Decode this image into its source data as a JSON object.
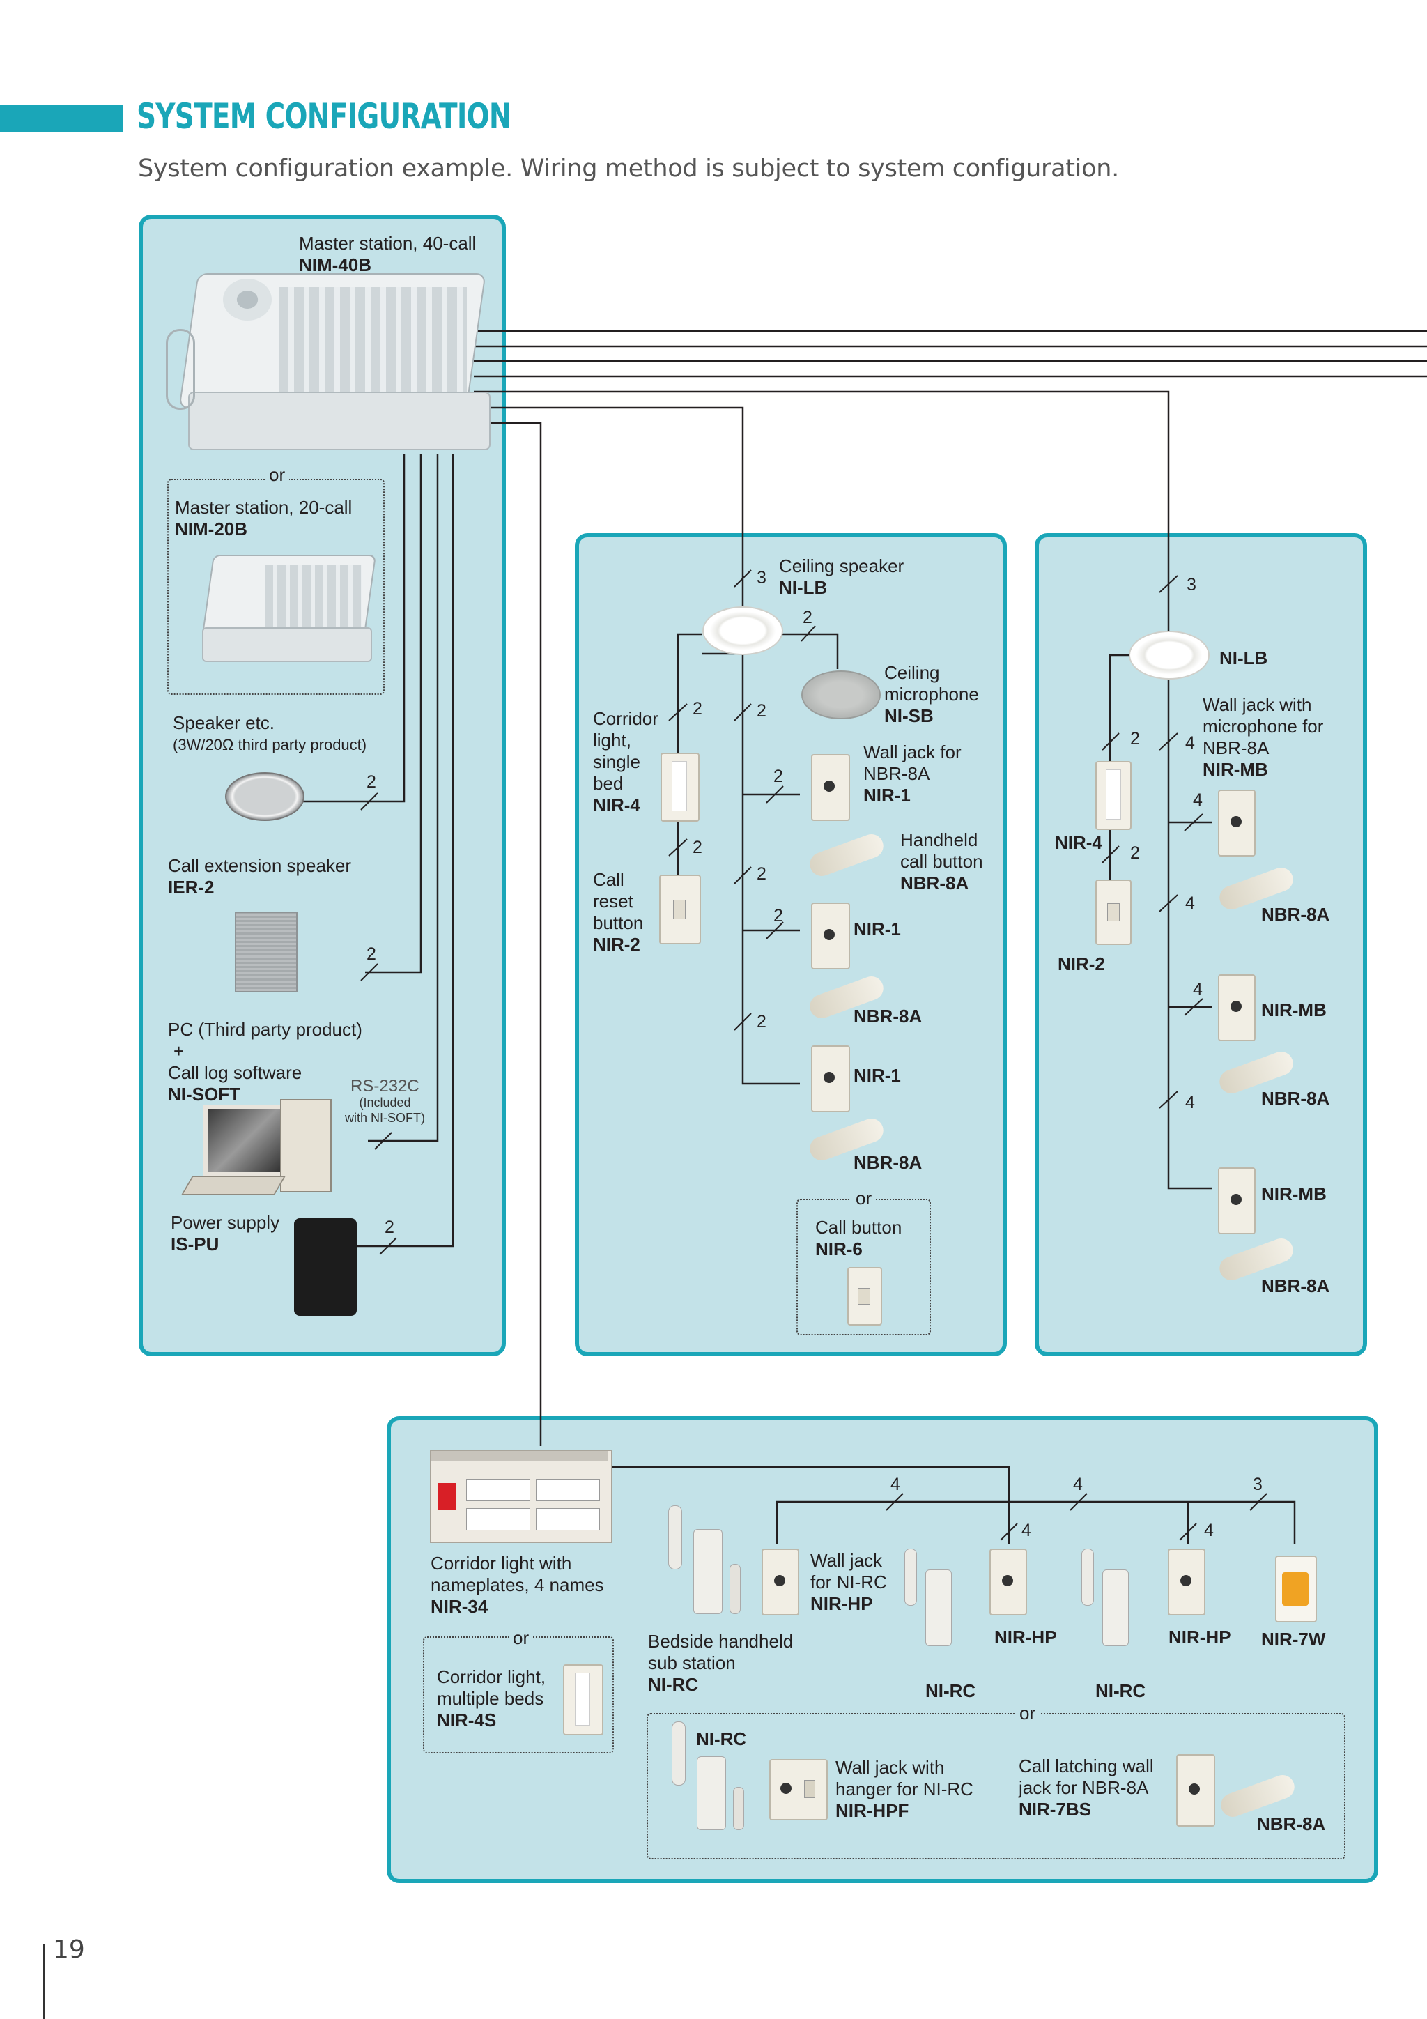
{
  "header": {
    "title": "SYSTEM CONFIGURATION",
    "subtitle": "System configuration example. Wiring method is subject to system configuration."
  },
  "page_number": "19",
  "or_label": "or",
  "left_panel": {
    "master40": {
      "name": "Master station, 40-call",
      "model": "NIM-40B"
    },
    "master20": {
      "name": "Master station, 20-call",
      "model": "NIM-20B"
    },
    "speaker": {
      "name": "Speaker etc.",
      "note": "(3W/20Ω third party product)"
    },
    "ext_speaker": {
      "name": "Call extension speaker",
      "model": "IER-2"
    },
    "pc": {
      "line1": "PC (Third party product)",
      "plus": "+",
      "line2": "Call log software",
      "model": "NI-SOFT",
      "rs": "RS-232C",
      "rs_note1": "(Included",
      "rs_note2": "with NI-SOFT)"
    },
    "power": {
      "name": "Power supply",
      "model": "IS-PU"
    }
  },
  "middle_panel": {
    "ceiling_speaker": {
      "name": "Ceiling speaker",
      "model": "NI-LB"
    },
    "ceiling_mic": {
      "line1": "Ceiling",
      "line2": "microphone",
      "model": "NI-SB"
    },
    "corridor": {
      "line1": "Corridor",
      "line2": "light,",
      "line3": "single",
      "line4": "bed",
      "model": "NIR-4"
    },
    "call_reset": {
      "line1": "Call",
      "line2": "reset",
      "line3": "button",
      "model": "NIR-2"
    },
    "wall_jack": {
      "line1": "Wall jack for",
      "line2": "NBR-8A",
      "model": "NIR-1"
    },
    "handheld": {
      "line1": "Handheld",
      "line2": "call button",
      "model": "NBR-8A"
    },
    "nir1_a": "NIR-1",
    "nbr_a": "NBR-8A",
    "nir1_b": "NIR-1",
    "nbr_b": "NBR-8A",
    "call_button": {
      "name": "Call button",
      "model": "NIR-6"
    }
  },
  "right_panel": {
    "speaker": "NI-LB",
    "wall_jack_mic": {
      "line1": "Wall jack with",
      "line2": "microphone for",
      "line3": "NBR-8A",
      "model": "NIR-MB"
    },
    "nir4": "NIR-4",
    "nir2": "NIR-2",
    "nbr_1": "NBR-8A",
    "mb_2": "NIR-MB",
    "nbr_2": "NBR-8A",
    "mb_3": "NIR-MB",
    "nbr_3": "NBR-8A"
  },
  "bottom_panel": {
    "nir34": {
      "line1": "Corridor light with",
      "line2": "nameplates, 4 names",
      "model": "NIR-34"
    },
    "nir4s": {
      "line1": "Corridor light,",
      "line2": "multiple beds",
      "model": "NIR-4S"
    },
    "bedside": {
      "line1": "Bedside handheld",
      "line2": "sub station",
      "model": "NI-RC"
    },
    "wall_jack_rc": {
      "line1": "Wall jack",
      "line2": "for NI-RC",
      "model": "NIR-HP"
    },
    "hp_2": "NIR-HP",
    "rc_2": "NI-RC",
    "hp_3": "NIR-HP",
    "rc_3": "NI-RC",
    "nir7w": "NIR-7W",
    "alt_rc": "NI-RC",
    "hpf": {
      "line1": "Wall jack with",
      "line2": "hanger for NI-RC",
      "model": "NIR-HPF"
    },
    "latching": {
      "line1": "Call latching wall",
      "line2": "jack for NBR-8A",
      "model": "NIR-7BS"
    },
    "alt_nbr": "NBR-8A"
  },
  "wire_counts": {
    "w2": "2",
    "w3": "3",
    "w4": "4"
  }
}
